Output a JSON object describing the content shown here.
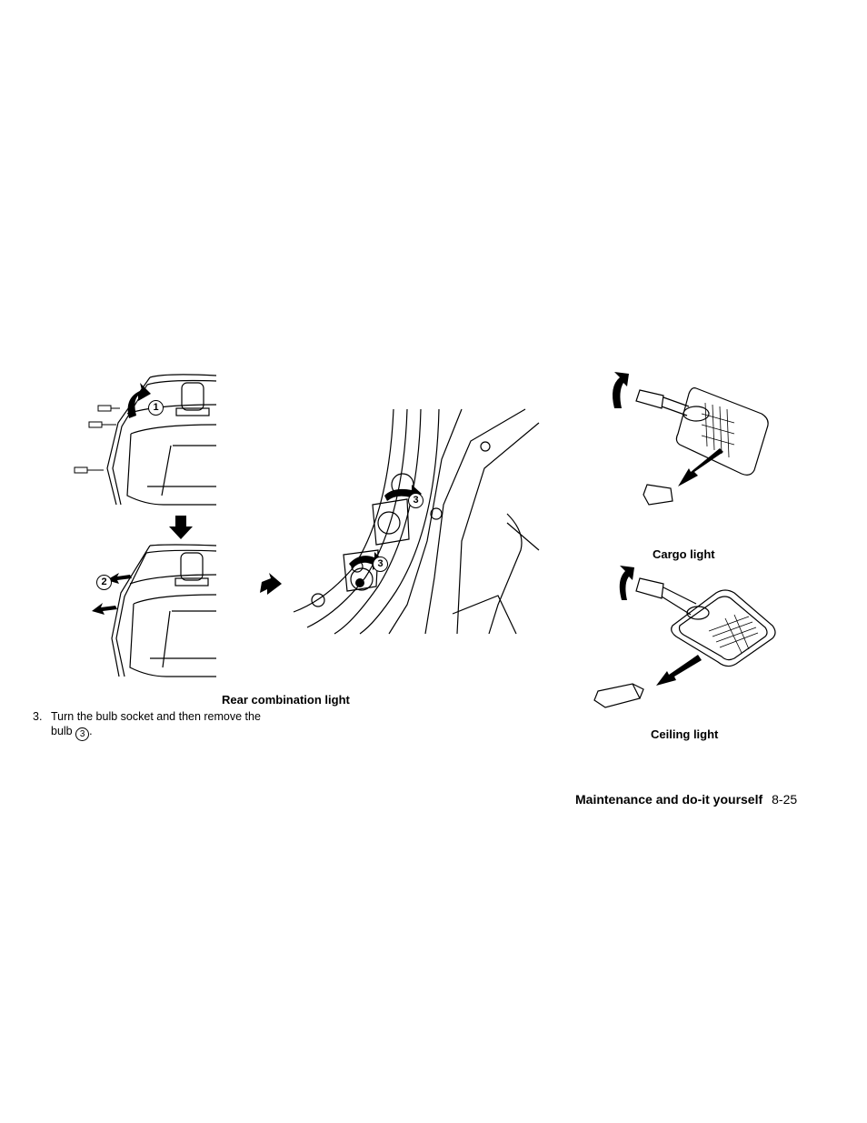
{
  "figures": {
    "rear_combination": {
      "caption": "Rear combination light",
      "callouts": [
        "1",
        "2",
        "3",
        "3"
      ]
    },
    "cargo": {
      "caption": "Cargo light"
    },
    "ceiling": {
      "caption": "Ceiling light"
    }
  },
  "step3": {
    "number": "3.",
    "line1": "Turn the bulb socket and then remove the",
    "line2_prefix": "bulb",
    "callout": "3",
    "line2_suffix": "."
  },
  "footer": {
    "section": "Maintenance and do-it yourself",
    "page": "8-25"
  }
}
